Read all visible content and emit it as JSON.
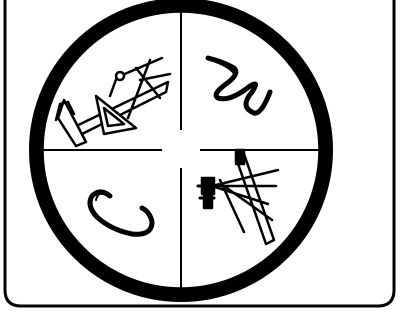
{
  "figure": {
    "frame": {
      "icon": "rounded-panel-border"
    },
    "emblem": {
      "icon": "quartered-circle-emblem",
      "colors": {
        "ink": "#000000",
        "paper": "#ffffff"
      },
      "quadrants": [
        {
          "position": "top-left",
          "icon": "surveying-tools-icon"
        },
        {
          "position": "top-right",
          "icon": "cursive-w-icon"
        },
        {
          "position": "bottom-left",
          "icon": "cursive-c-icon"
        },
        {
          "position": "bottom-right",
          "icon": "theodolite-tripod-icon"
        }
      ]
    }
  }
}
